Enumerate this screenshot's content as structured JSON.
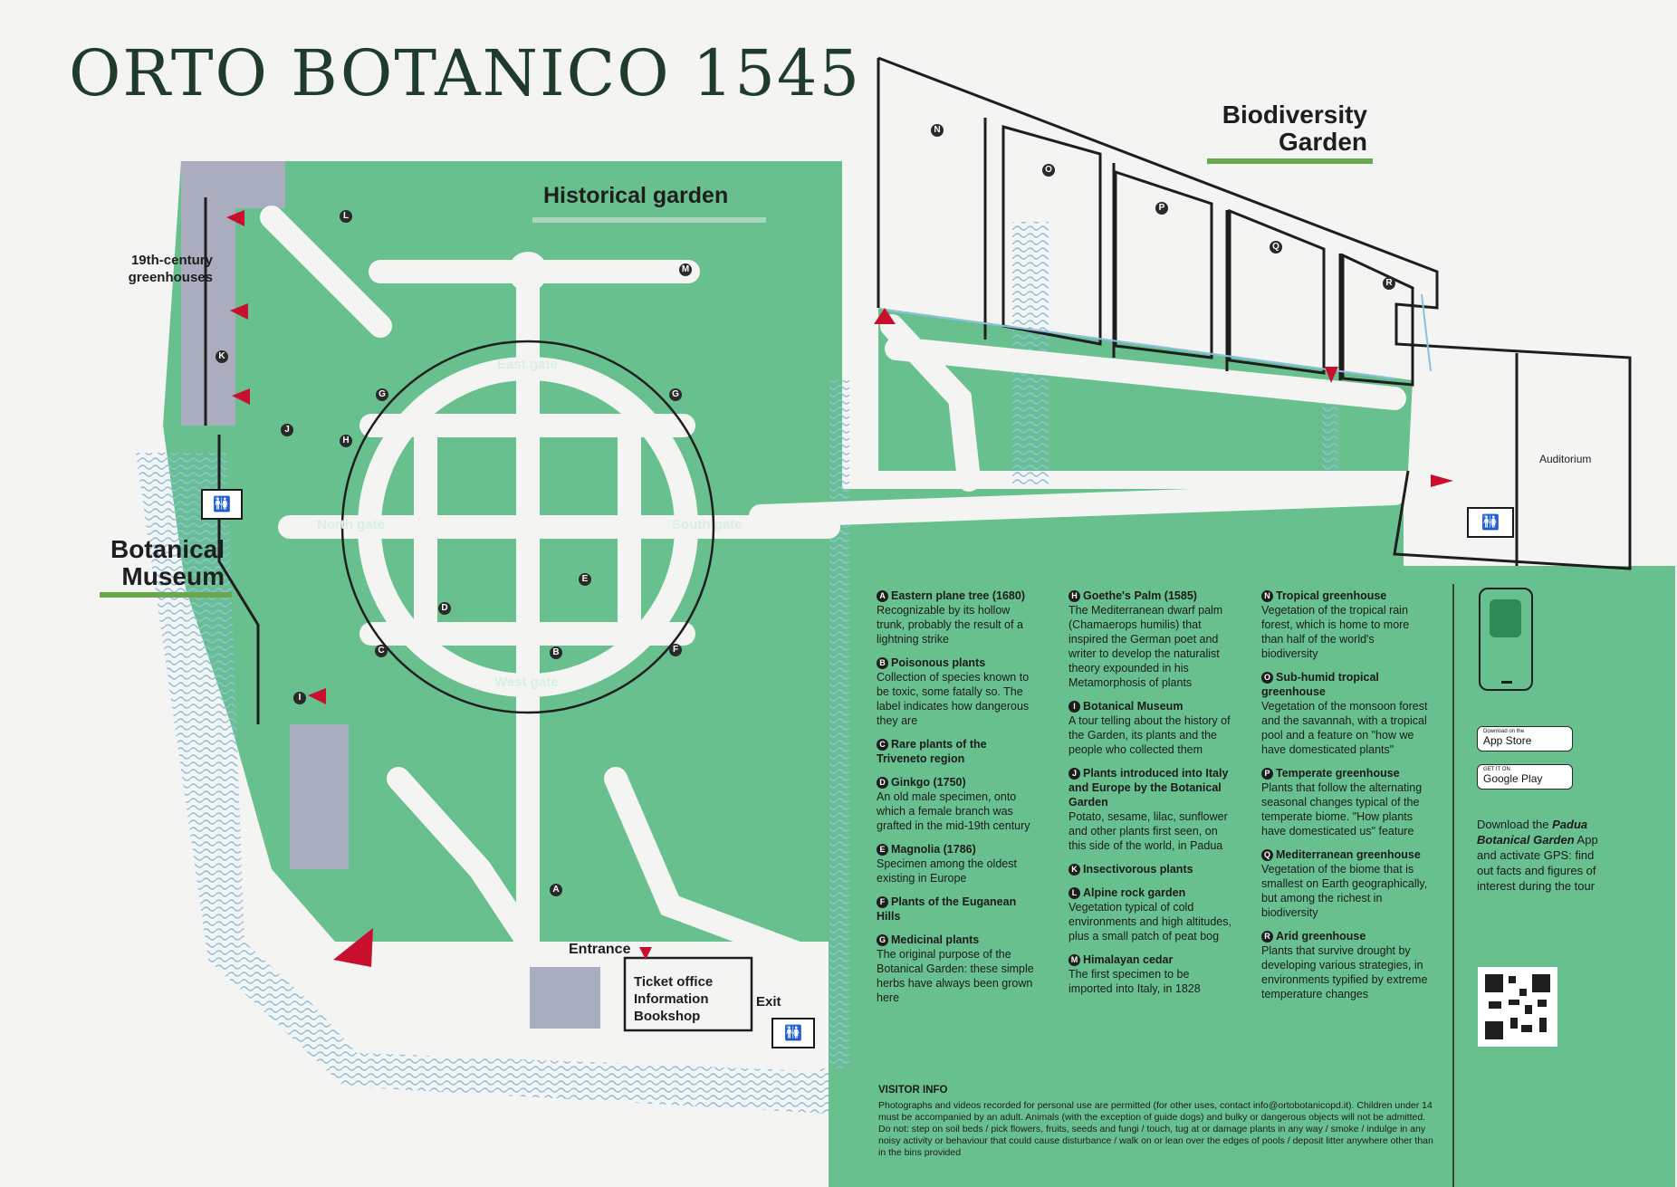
{
  "title": "ORTO BOTANICO 1545",
  "areas": {
    "historical": "Historical garden",
    "biodiversity_1": "Biodiversity",
    "biodiversity_2": "Garden",
    "museum_1": "Botanical",
    "museum_2": "Museum",
    "greenhouses_1": "19th-century",
    "greenhouses_2": "greenhouses",
    "auditorium": "Auditorium",
    "entrance": "Entrance",
    "exit": "Exit",
    "ticket_1": "Ticket office",
    "ticket_2": "Information",
    "ticket_3": "Bookshop"
  },
  "gates": {
    "north": "North gate",
    "south": "South gate",
    "east": "East gate",
    "west": "West gate"
  },
  "markers": [
    "A",
    "B",
    "C",
    "D",
    "E",
    "F",
    "G",
    "G",
    "H",
    "I",
    "J",
    "K",
    "L",
    "M",
    "N",
    "O",
    "P",
    "Q",
    "R"
  ],
  "legend_col1": [
    {
      "letter": "A",
      "head": "Eastern plane tree (1680)",
      "text": "Recognizable by its hollow trunk, probably the result of a lightning strike"
    },
    {
      "letter": "B",
      "head": "Poisonous plants",
      "text": "Collection of species known to be toxic, some fatally so. The label indicates how dangerous they are"
    },
    {
      "letter": "C",
      "head": "Rare plants of the Triveneto region",
      "text": ""
    },
    {
      "letter": "D",
      "head": "Ginkgo (1750)",
      "text": "An old male specimen, onto which a female branch was grafted in the mid-19th century"
    },
    {
      "letter": "E",
      "head": "Magnolia (1786)",
      "text": "Specimen among the oldest existing in Europe"
    },
    {
      "letter": "F",
      "head": "Plants of the Euganean Hills",
      "text": ""
    },
    {
      "letter": "G",
      "head": "Medicinal plants",
      "text": "The original purpose of the Botanical Garden: these simple herbs have always been grown here"
    }
  ],
  "legend_col2": [
    {
      "letter": "H",
      "head": "Goethe's Palm (1585)",
      "text": "The Mediterranean dwarf palm (Chamaerops humilis) that inspired the German poet and writer to develop the naturalist theory expounded in his Metamorphosis of plants"
    },
    {
      "letter": "I",
      "head": "Botanical Museum",
      "text": "A tour telling about the history of the Garden, its plants and the people who collected them"
    },
    {
      "letter": "J",
      "head": "Plants introduced into Italy and Europe by the Botanical Garden",
      "text": "Potato, sesame, lilac, sunflower and other plants first seen, on this side of the world, in Padua"
    },
    {
      "letter": "K",
      "head": "Insectivorous plants",
      "text": ""
    },
    {
      "letter": "L",
      "head": "Alpine rock garden",
      "text": "Vegetation typical of cold environments and high altitudes, plus a small patch of peat bog"
    },
    {
      "letter": "M",
      "head": "Himalayan cedar",
      "text": "The first specimen to be imported into Italy, in 1828"
    }
  ],
  "legend_col3": [
    {
      "letter": "N",
      "head": "Tropical greenhouse",
      "text": "Vegetation of the tropical rain forest, which is home to more than half of the world's biodiversity"
    },
    {
      "letter": "O",
      "head": "Sub-humid tropical greenhouse",
      "text": "Vegetation of the monsoon forest and the savannah, with a tropical pool and a feature on \"how we have domesticated plants\""
    },
    {
      "letter": "P",
      "head": "Temperate greenhouse",
      "text": "Plants that follow the alternating seasonal changes typical of the temperate biome. \"How plants have domesticated us\" feature"
    },
    {
      "letter": "Q",
      "head": "Mediterranean greenhouse",
      "text": "Vegetation of the biome that is smallest on Earth geographically, but among the richest in biodiversity"
    },
    {
      "letter": "R",
      "head": "Arid greenhouse",
      "text": "Plants that survive drought by developing various strategies, in environments typified by extreme temperature changes"
    }
  ],
  "visitor_info": {
    "title": "VISITOR INFO",
    "text": "Photographs and videos recorded for personal use are permitted (for other uses, contact info@ortobotanicopd.it). Children under 14 must be accompanied by an adult. Animals (with the exception of guide dogs) and bulky or dangerous objects will not be admitted. Do not: step on soil beds / pick flowers, fruits, seeds and fungi / touch, tug at or damage plants in any way / smoke / indulge in any noisy activity or behaviour that could cause disturbance / walk on or lean over the edges of pools / deposit litter anywhere other than in the bins provided"
  },
  "app": {
    "appstore_small": "Download on the",
    "appstore_big": "App Store",
    "googleplay_small": "GET IT ON",
    "googleplay_big": "Google Play",
    "download_1": "Download the",
    "download_app": "Padua Botanical Garden",
    "download_2": "App and activate GPS: find out facts and figures of interest during the tour"
  },
  "colors": {
    "green": "#69c08f",
    "path": "#f4f5f3",
    "water": "#8fbfe0",
    "building": "#a9adbd",
    "arrow": "#c8102e",
    "accent": "#6aa84f"
  }
}
